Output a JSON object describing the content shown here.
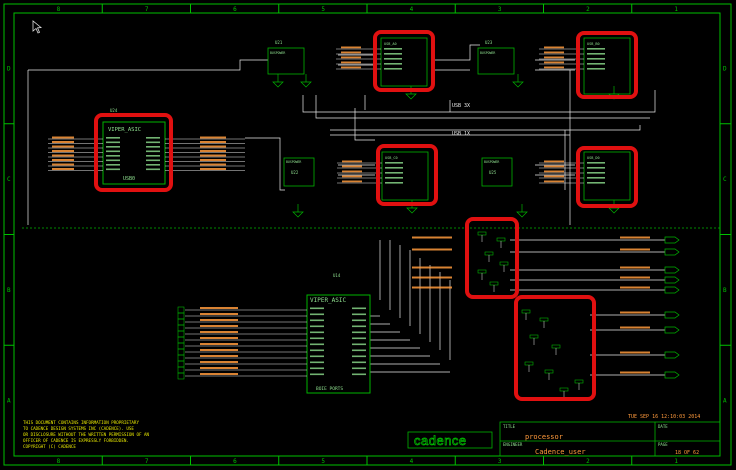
{
  "colors": {
    "background": "#000000",
    "border": "#00c000",
    "component": "#00b400",
    "wire": "#f2f2f2",
    "net_label": "#ff9a3c",
    "pin_text": "#8fe08f",
    "highlight": "#e01010",
    "notice_text": "#e8e800"
  },
  "border": {
    "col_labels_top": [
      "8",
      "7",
      "6",
      "5",
      "4",
      "3",
      "2",
      "1"
    ],
    "col_labels_bottom": [
      "8",
      "7",
      "6",
      "5",
      "4",
      "3",
      "2",
      "1"
    ],
    "row_labels_left": [
      "D",
      "C",
      "B",
      "A"
    ],
    "row_labels_right": [
      "D",
      "C",
      "B",
      "A"
    ]
  },
  "components": {
    "u24": {
      "ref": "U24",
      "type": "VIPER_ASIC",
      "subtitle": "USB0"
    },
    "u14": {
      "ref": "U14",
      "type": "VIPER_ASIC",
      "subtitle": "BOIE PORTS"
    },
    "u21": {
      "ref": "U21",
      "type": "BUSPOWER"
    },
    "u22": {
      "ref": "U22",
      "type": "BUSPOWER"
    },
    "u23": {
      "ref": "U23",
      "type": "BUSPOWER"
    },
    "u25": {
      "ref": "U25",
      "type": "BUSPOWER"
    },
    "usb_a": {
      "ref": "USB_A0",
      "type": "USB_IN"
    },
    "usb_b": {
      "ref": "USB_B0",
      "type": "USB_IN"
    },
    "usb_c": {
      "ref": "USB_C0",
      "type": "USB_IN"
    },
    "usb_d": {
      "ref": "USB_D0",
      "type": "USB_IN"
    }
  },
  "net_labels": {
    "usb_bus_top": "USB 3X",
    "usb_bus_mid": "USB 1X"
  },
  "notice": {
    "lines": [
      "THIS DOCUMENT CONTAINS INFORMATION PROPRIETARY",
      "TO CADENCE DESIGN SYSTEMS INC (CADENCE). USE",
      "OR DISCLOSURE WITHOUT THE WRITTEN PERMISSION OF AN",
      "OFFICER OF CADENCE IS EXPRESSLY FORBIDDEN.",
      "COPYRIGHT (C) CADENCE"
    ]
  },
  "title_block": {
    "timestamp": "TUE SEP 16 12:10:03 2014",
    "logo": "cadence",
    "title_label": "TITLE",
    "title": "processor",
    "engineer_label": "ENGINEER",
    "engineer": "Cadence_user",
    "date_label": "DATE",
    "page_label": "PAGE",
    "page": "18 OF 62"
  }
}
